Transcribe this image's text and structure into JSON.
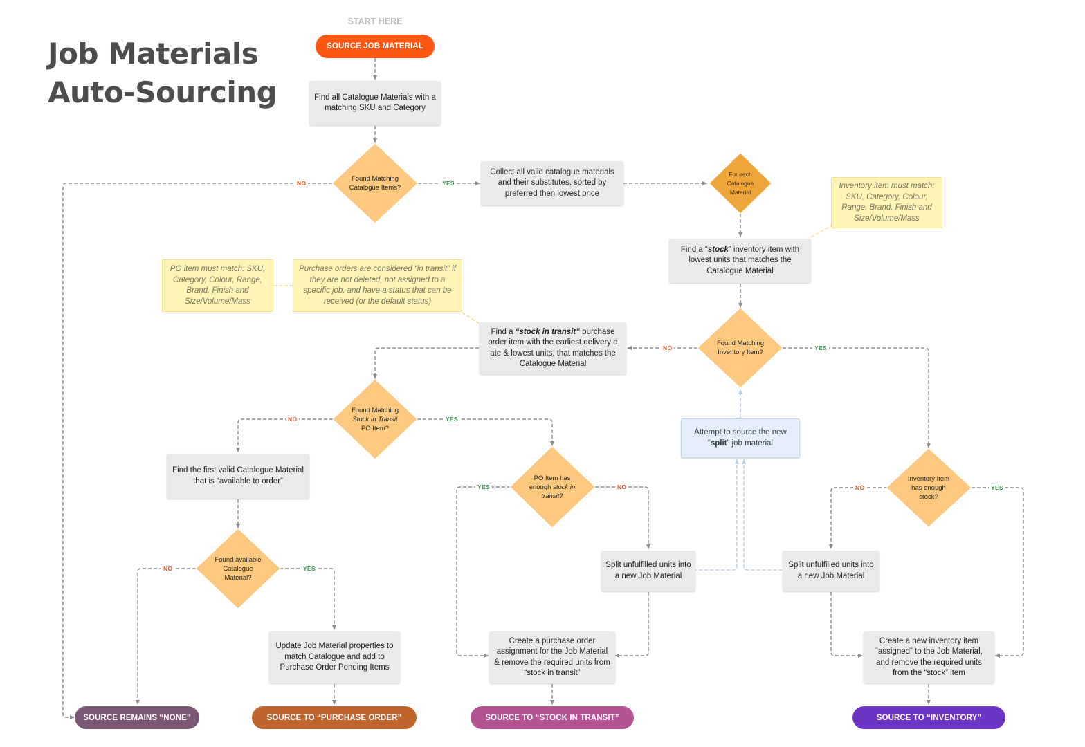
{
  "title": {
    "line1": "Job Materials",
    "line2": "Auto-Sourcing"
  },
  "start_hint": "START HERE",
  "colors": {
    "start": "#fd5714",
    "none": "#7a5874",
    "purchase_order": "#c1652f",
    "stock_in_transit": "#b45391",
    "inventory": "#6d35c4",
    "decision": "#fdc87f",
    "loop": "#eea63a",
    "note": "#fdf4b6",
    "yes": "#2f9a4e",
    "no": "#e8541c"
  },
  "terminals": {
    "start": "SOURCE JOB MATERIAL",
    "none": "SOURCE REMAINS “NONE”",
    "purchase_order": "SOURCE TO “PURCHASE ORDER”",
    "stock_in_transit": "SOURCE TO “STOCK IN TRANSIT”",
    "inventory": "SOURCE TO “INVENTORY”"
  },
  "steps": {
    "find_catalogue": "Find all Catalogue Materials with a matching SKU and Category",
    "collect_valid": "Collect all valid catalogue materials and their substitutes, sorted by preferred then lowest price",
    "find_stock_pre": "Find a “",
    "find_stock_em": "stock",
    "find_stock_post": "” inventory item with lowest units that matches the Catalogue Material",
    "find_transit_pre": "Find a ",
    "find_transit_em": "“stock in transit”",
    "find_transit_post": " purchase order item with the earliest delivery d ate & lowest units, that matches the Catalogue Material",
    "find_first_valid": "Find the first valid Catalogue Material that is “available to order”",
    "attempt_pre": "Attempt to source the new “",
    "attempt_em": "split",
    "attempt_post": "” job material",
    "split_transit": "Split unfulfilled units into a new Job Material",
    "split_inventory": "Split unfulfilled units into a new Job Material",
    "update_po": "Update Job Material properties to match Catalogue and add to Purchase Order Pending Items",
    "create_po_assignment": "Create a purchase order assignment for the Job Material & remove the required units from “stock in transit”",
    "create_inventory": "Create a new inventory item “assigned” to the Job Material, and remove the required units from the “stock” item"
  },
  "decisions": {
    "found_catalogue": "Found Matching Catalogue Items?",
    "for_each": "For each Catalogue Material",
    "found_inventory": "Found Matching Inventory Item?",
    "found_transit_pre": "Found Matching",
    "found_transit_em": "Stock In Transit",
    "found_transit_post": "PO Item?",
    "po_enough_pre": "PO Item has enough ",
    "po_enough_em": "stock in transit",
    "po_enough_post": "?",
    "found_available": "Found available Catalogue Material?",
    "inv_enough": "Inventory Item has enough stock?"
  },
  "notes": {
    "inventory_match": "Inventory item must match: SKU, Category, Colour, Range, Brand, Finish and Size/Volume/Mass",
    "po_match": "PO item must match: SKU, Category, Colour, Range, Brand, Finish and Size/Volume/Mass",
    "in_transit_def": "Purchase orders are considered “in transit” if they are not deleted, not assigned to a specific job, and have a status that can be received (or the default status)"
  },
  "edge_labels": {
    "yes": "YES",
    "no": "NO"
  }
}
